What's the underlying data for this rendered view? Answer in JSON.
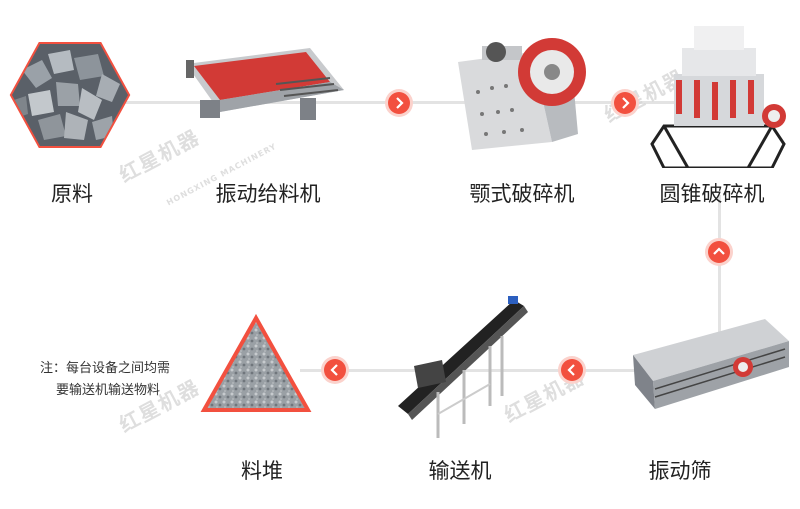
{
  "stages": {
    "raw": "原料",
    "feeder": "振动给料机",
    "jaw": "颚式破碎机",
    "cone": "圆锥破碎机",
    "screen": "振动筛",
    "conveyor": "输送机",
    "pile": "料堆"
  },
  "note": {
    "line1": "注：每台设备之间均需",
    "line2": "要输送机输送物料"
  },
  "watermark": {
    "brand": "红星机器",
    "english": "HONGXING MACHINERY"
  },
  "colors": {
    "accent": "#f2503f",
    "accent_light": "#fbd2cc",
    "line": "#e3e3e3"
  },
  "icons": {
    "arrow_right": "chevron-right-icon",
    "arrow_left": "chevron-left-icon",
    "arrow_up": "chevron-up-icon"
  }
}
